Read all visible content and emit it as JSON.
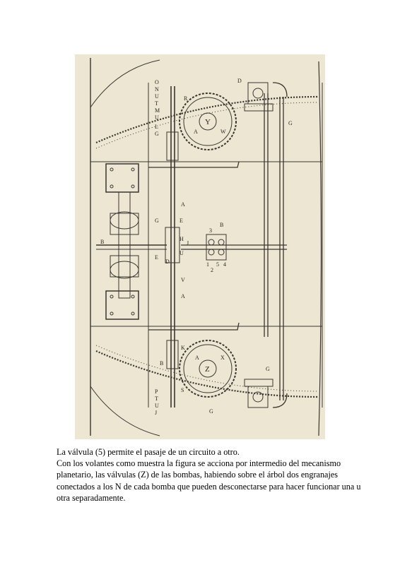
{
  "figure": {
    "labels": {
      "top_stack": [
        "O",
        "N",
        "U",
        "T",
        "M",
        "U",
        "R"
      ],
      "top_left_letters": [
        "L",
        "G"
      ],
      "gear_top": "Y",
      "gear_top_marks": [
        "A",
        "W"
      ],
      "top_d": "D",
      "top_g": "G",
      "shaft_upper_a": "A",
      "shaft_upper_e": "E",
      "shaft_upper_g": "G",
      "center_h": "H",
      "center_u": "U",
      "center_d": "D",
      "center_e": "E",
      "center_j": "J",
      "b_left": "B",
      "valve_numbers": [
        "3",
        "5",
        "4",
        "1",
        "2"
      ],
      "valve_b": "B",
      "shaft_lower_a": "A",
      "shaft_lower_v": "V",
      "lower_k": "K",
      "lower_b": "B",
      "gear_bottom": "Z",
      "gear_bottom_marks": [
        "A",
        "X"
      ],
      "bottom_stack": [
        "P",
        "T",
        "U",
        "J",
        "S"
      ],
      "bottom_g": "G",
      "bottom_g2": "G"
    }
  },
  "caption": {
    "line1": "La válvula (5) permite el pasaje de un circuito a otro.",
    "line2": "Con los volantes como muestra la figura se acciona por intermedio del mecanismo planetario, las válvulas (Z) de las bombas, habiendo sobre el árbol dos engranajes conectados a los N de cada bomba que pueden desconectarse para hacer funcionar una u otra separadamente."
  }
}
